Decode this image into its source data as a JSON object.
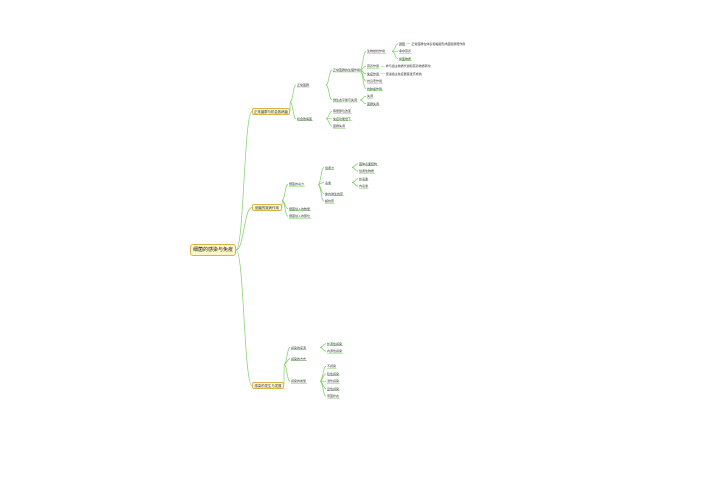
{
  "root": {
    "label": "细菌的感染与免疫"
  },
  "colors": {
    "edge": "#7fcf6a",
    "box_border": "#d6b44a",
    "box_fill": "#fff7c9",
    "text": "#333333"
  },
  "branches": [
    {
      "id": "b1",
      "label": "正常菌群与机会致病菌",
      "children": [
        {
          "label": "正常菌群",
          "children": [
            {
              "label": "正常菌群的生理作用",
              "children": [
                {
                  "label": "生物拮抗作用",
                  "children": [
                    {
                      "label": "屏障",
                      "note": "正常菌群在体表和黏膜形成菌膜屏障作用"
                    },
                    {
                      "label": "争夺营养",
                      "note": ""
                    },
                    {
                      "label": "抑菌物质",
                      "note": ""
                    }
                  ]
                },
                {
                  "label": "营养作用",
                  "note": "参与宿主物质代谢和营养物质转化"
                },
                {
                  "label": "免疫作用",
                  "note": "促进宿主免疫器官发育成熟"
                },
                {
                  "label": "抗衰老作用",
                  "note": ""
                },
                {
                  "label": "抗肿瘤作用",
                  "note": ""
                }
              ]
            },
            {
              "label": "微生态平衡与失调",
              "children": [
                {
                  "label": "失调"
                },
                {
                  "label": "菌群失调"
                }
              ]
            }
          ]
        },
        {
          "label": "机会致病菌",
          "children": [
            {
              "label": "寄居部位改变"
            },
            {
              "label": "免疫功能低下"
            },
            {
              "label": "菌群失调"
            }
          ]
        }
      ]
    },
    {
      "id": "b2",
      "label": "细菌的致病作用",
      "children": [
        {
          "label": "细菌的毒力",
          "children": [
            {
              "label": "侵袭力",
              "children": [
                {
                  "label": "菌体表面结构"
                },
                {
                  "label": "侵袭性物质"
                }
              ]
            },
            {
              "label": "毒素",
              "children": [
                {
                  "label": "外毒素"
                },
                {
                  "label": "内毒素"
                }
              ]
            },
            {
              "label": "体内诱生抗原"
            },
            {
              "label": "超抗原"
            }
          ]
        },
        {
          "label": "细菌侵入的数量"
        },
        {
          "label": "细菌侵入的部位"
        }
      ]
    },
    {
      "id": "b3",
      "label": "感染的发生与发展",
      "children": [
        {
          "label": "感染的来源",
          "children": [
            {
              "label": "外源性感染"
            },
            {
              "label": "内源性感染"
            }
          ]
        },
        {
          "label": "感染的方式"
        },
        {
          "label": "感染的类型",
          "children": [
            {
              "label": "不感染"
            },
            {
              "label": "隐性感染"
            },
            {
              "label": "潜伏感染"
            },
            {
              "label": "显性感染"
            },
            {
              "label": "带菌状态"
            }
          ]
        }
      ]
    }
  ]
}
